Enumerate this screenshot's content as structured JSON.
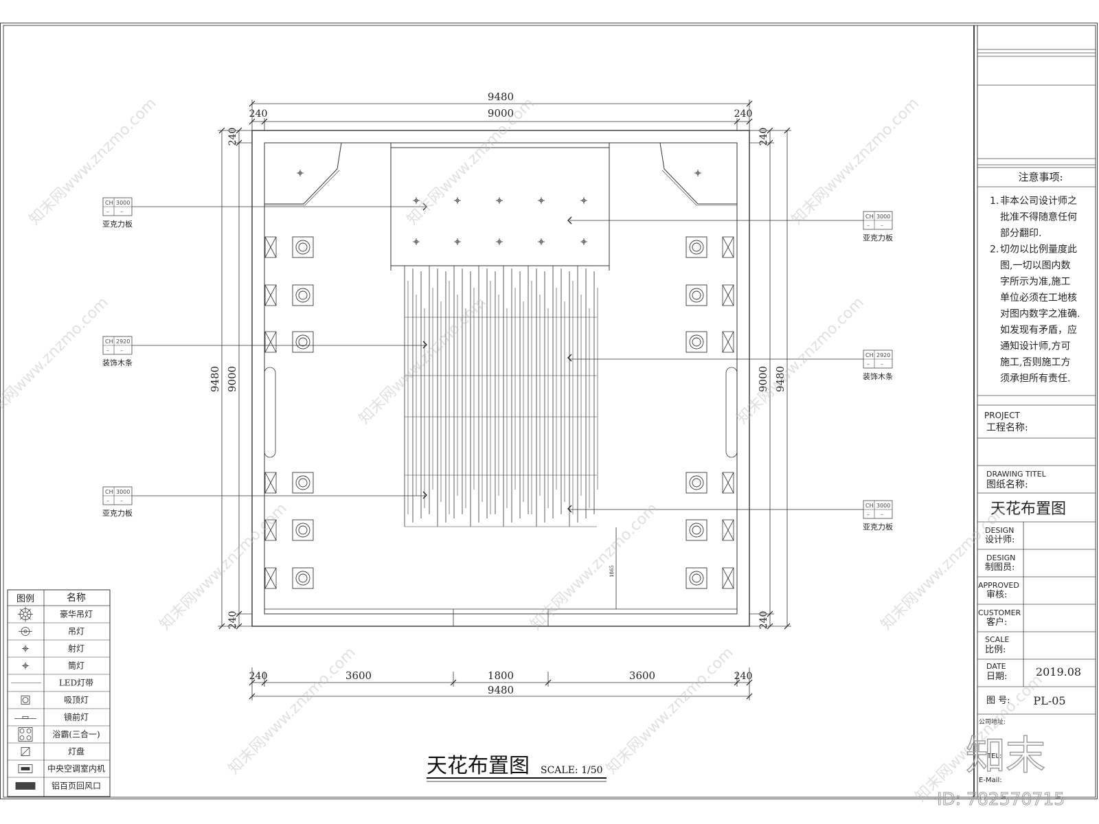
{
  "drawing": {
    "main_title": "天花布置图",
    "scale_text": "SCALE: 1/50"
  },
  "dimensions": {
    "top_total": "9480",
    "top_inner": "9000",
    "top_left_wall": "240",
    "top_right_wall": "240",
    "left_total": "9480",
    "left_inner": "9000",
    "left_top_wall": "240",
    "left_bottom_wall": "240",
    "right_total": "9480",
    "right_inner": "9000",
    "right_top_wall": "240",
    "right_bottom_wall": "240",
    "bottom_wall_left": "240",
    "bottom_seg1": "3600",
    "bottom_seg2": "1800",
    "bottom_seg3": "3600",
    "bottom_wall_right": "240",
    "bottom_total": "9480",
    "small_vertical": "1865"
  },
  "tags": [
    {
      "ch": "CH",
      "height": "3000",
      "dash1": "–",
      "dash2": "–",
      "label": "亚克力板"
    },
    {
      "ch": "CH",
      "height": "2920",
      "dash1": "–",
      "dash2": "–",
      "label": "装饰木条"
    },
    {
      "ch": "CH",
      "height": "3000",
      "dash1": "–",
      "dash2": "–",
      "label": "亚克力板"
    },
    {
      "ch": "CH",
      "height": "3000",
      "dash1": "–",
      "dash2": "–",
      "label": "亚克力板"
    },
    {
      "ch": "CH",
      "height": "2920",
      "dash1": "–",
      "dash2": "–",
      "label": "装饰木条"
    },
    {
      "ch": "CH",
      "height": "3000",
      "dash1": "–",
      "dash2": "–",
      "label": "亚克力板"
    }
  ],
  "legend": {
    "header_symbol": "图例",
    "header_name": "名称",
    "items": [
      {
        "icon": "chandelier-icon",
        "name": "豪华吊灯"
      },
      {
        "icon": "pendant-lamp-icon",
        "name": "吊灯"
      },
      {
        "icon": "spotlight-icon",
        "name": "射灯"
      },
      {
        "icon": "downlight-icon",
        "name": "筒灯"
      },
      {
        "icon": "led-strip-icon",
        "name": "LED灯带"
      },
      {
        "icon": "ceiling-lamp-icon",
        "name": "吸顶灯"
      },
      {
        "icon": "mirror-lamp-icon",
        "name": "镜前灯"
      },
      {
        "icon": "bath-heater-icon",
        "name": "浴霸(三合一)"
      },
      {
        "icon": "lamp-panel-icon",
        "name": "灯盘"
      },
      {
        "icon": "ac-unit-icon",
        "name": "中央空调室内机"
      },
      {
        "icon": "louver-vent-icon",
        "name": "铝百页回风口"
      }
    ]
  },
  "title_block": {
    "notes_title": "注意事项:",
    "notes": [
      {
        "num": "1.",
        "line": "非本公司设计师之"
      },
      {
        "num": "",
        "line": "批准不得随意任何"
      },
      {
        "num": "",
        "line": "部分翻印."
      },
      {
        "num": "2.",
        "line": "切勿以比例量度此"
      },
      {
        "num": "",
        "line": "图,一切以图内数"
      },
      {
        "num": "",
        "line": "字所示为准,施工"
      },
      {
        "num": "",
        "line": "单位必须在工地核"
      },
      {
        "num": "",
        "line": "对图内数字之准确."
      },
      {
        "num": "",
        "line": "如发现有矛盾，应"
      },
      {
        "num": "",
        "line": "通知设计师,方可"
      },
      {
        "num": "",
        "line": "施工,否则施工方"
      },
      {
        "num": "",
        "line": "须承担所有责任."
      }
    ],
    "project_en": "PROJECT",
    "project_cn": "工程名称:",
    "drawing_title_en": "DRAWING  TITEL",
    "drawing_title_cn": "图纸名称:",
    "drawing_title_value": "天花布置图",
    "designer_en": "DESIGN",
    "designer_cn": "设计师:",
    "drafter_en": "DESIGN",
    "drafter_cn": "制图员:",
    "approved_en": "APPROVED",
    "approved_cn": "审核:",
    "customer_en": "CUSTOMER",
    "customer_cn": "客户:",
    "scale_en": "SCALE",
    "scale_cn": "比例:",
    "date_en": "DATE",
    "date_cn": "日期:",
    "date_value": "2019.08",
    "drawing_no_label": "图   号:",
    "drawing_no_value": "PL-05",
    "company_address": "公司地址:",
    "tel": "TEL:",
    "email": "E-Mail:"
  },
  "watermark": {
    "site_text": "知末网www.znzmo.com",
    "brand": "知末",
    "id_text": "ID: 782570715"
  }
}
